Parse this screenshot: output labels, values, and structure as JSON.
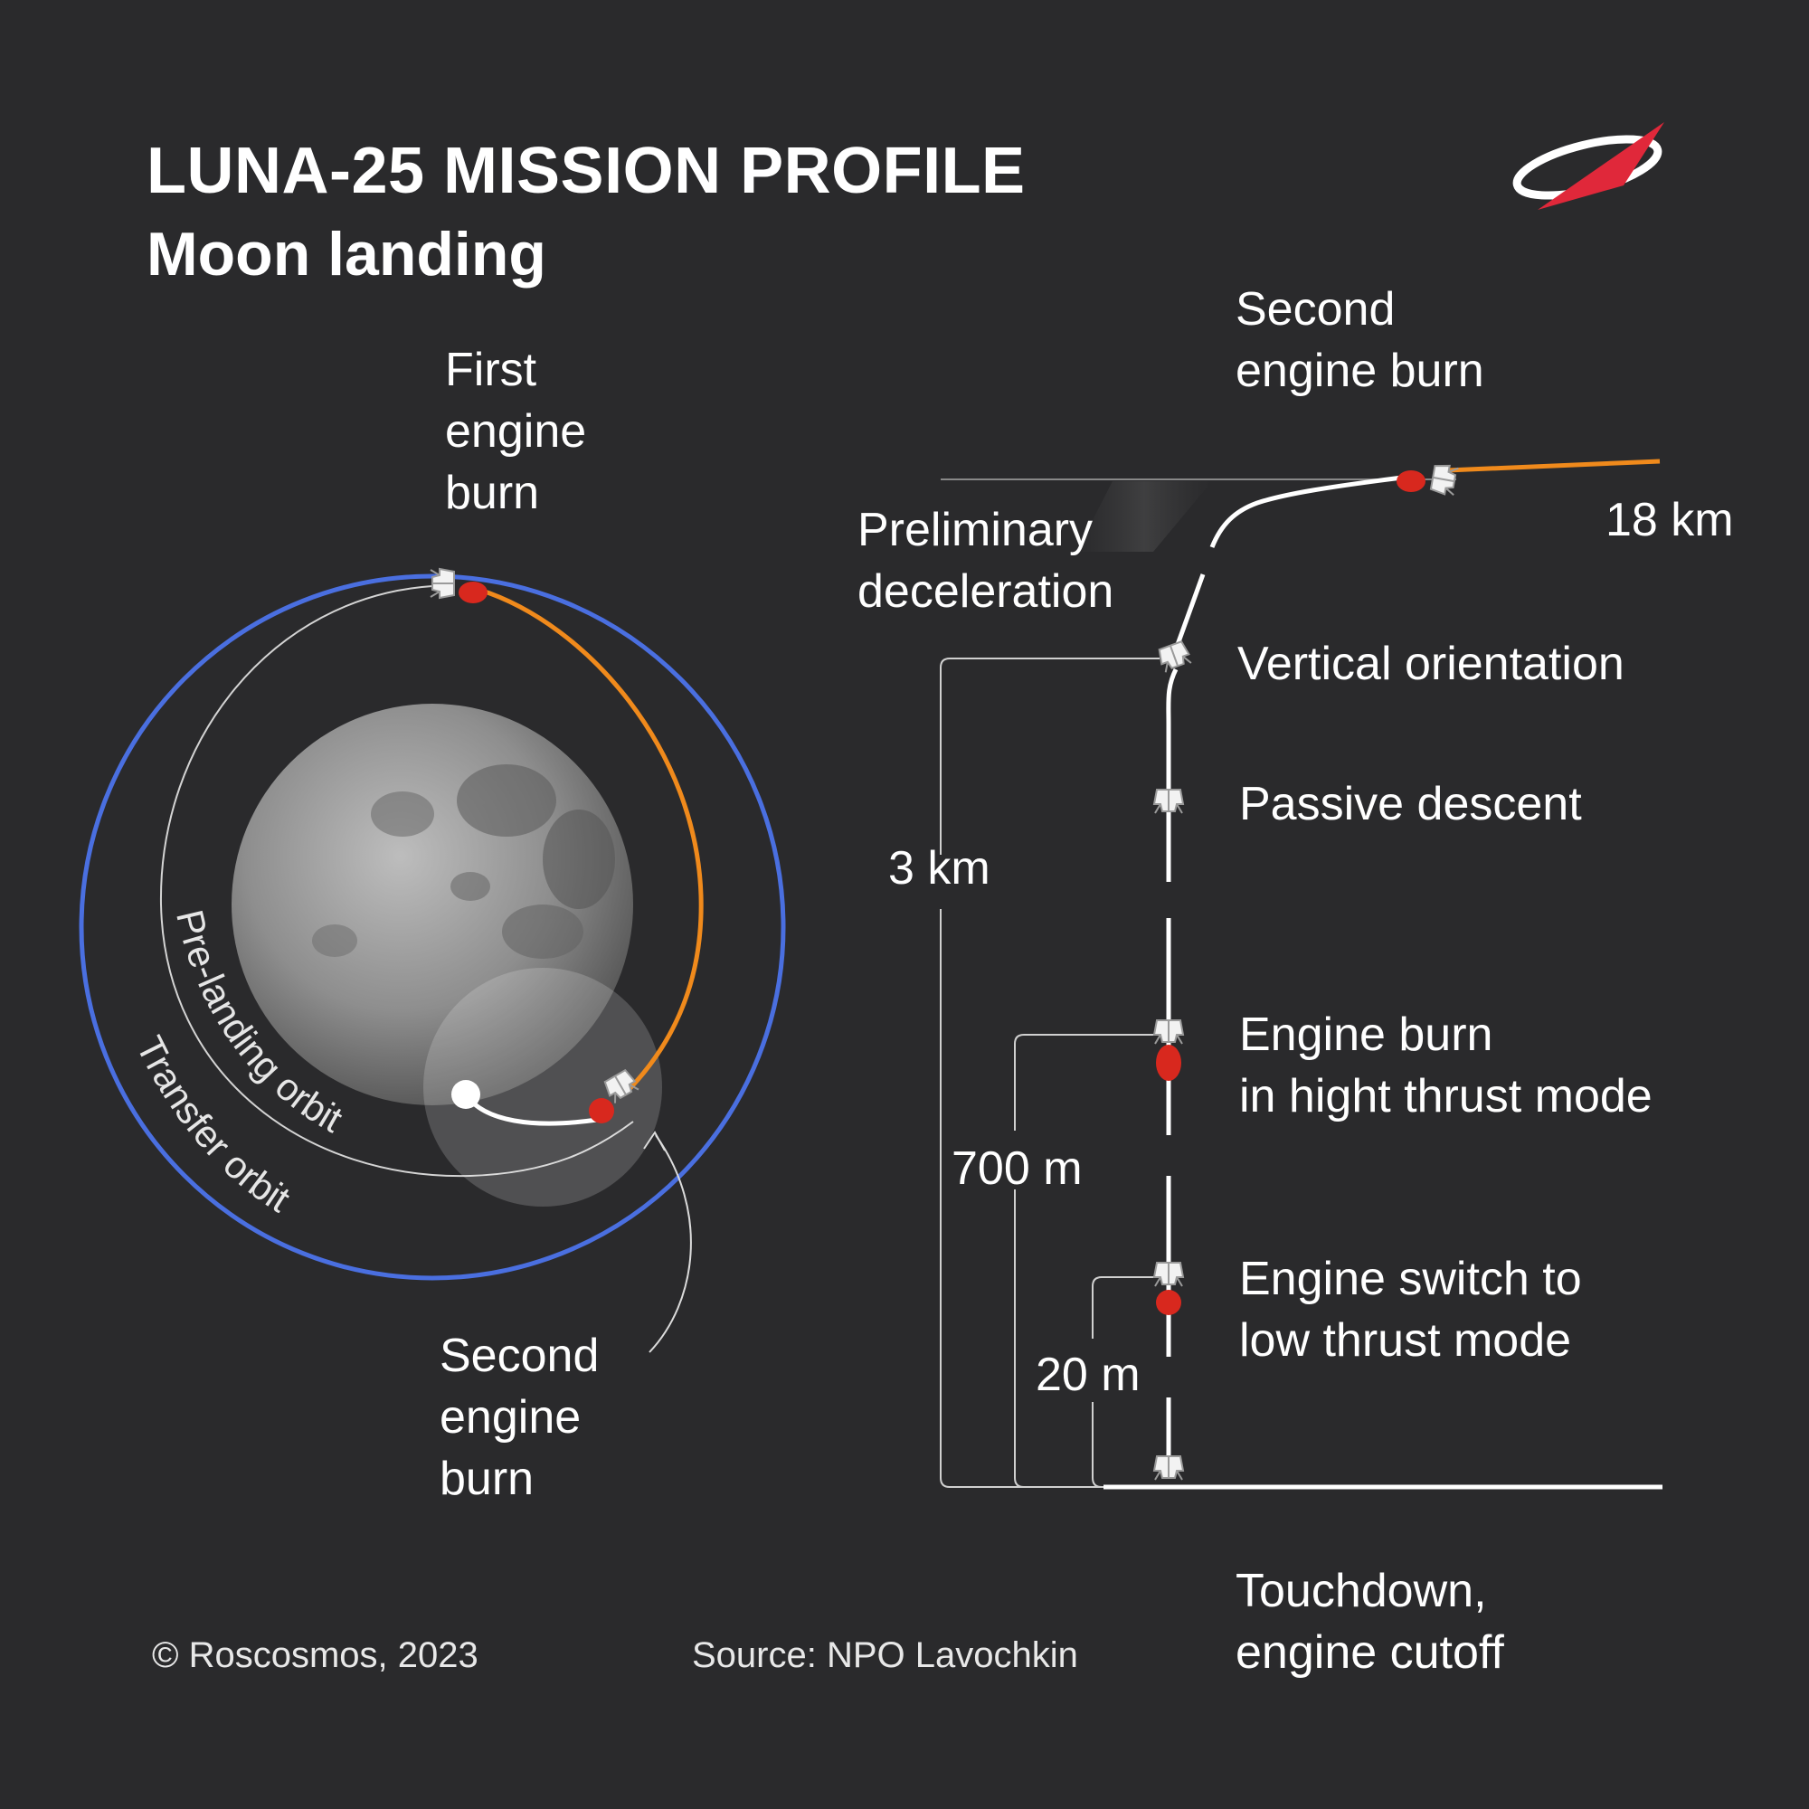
{
  "header": {
    "title": "LUNA-25 MISSION PROFILE",
    "subtitle": "Moon landing"
  },
  "colors": {
    "background": "#2a2a2c",
    "transfer_orbit": "#4a6fe0",
    "burn_trajectory": "#f08a1c",
    "engine_flame": "#d8281e",
    "logo_accent": "#e0283a"
  },
  "logo": {
    "icon": "roscosmos-logo"
  },
  "orbit_panel": {
    "first_burn_label": [
      "First",
      "engine",
      "burn"
    ],
    "second_burn_label": [
      "Second",
      "engine",
      "burn"
    ],
    "pre_landing_orbit_label": "Pre-landing orbit",
    "transfer_orbit_label": "Transfer orbit"
  },
  "descent_panel": {
    "second_burn_label": [
      "Second",
      "engine burn"
    ],
    "preliminary_decel_label": [
      "Preliminary",
      "deceleration"
    ],
    "vertical_orientation_label": "Vertical orientation",
    "passive_descent_label": "Passive descent",
    "high_thrust_label": [
      "Engine burn",
      "in hight thrust mode"
    ],
    "low_thrust_label": [
      "Engine switch to",
      "low thrust mode"
    ],
    "touchdown_label": [
      "Touchdown,",
      "engine cutoff"
    ],
    "altitude_18": "18 km",
    "altitude_3": "3 km",
    "altitude_700": "700 m",
    "altitude_20": "20 m"
  },
  "footer": {
    "copyright": "© Roscosmos, 2023",
    "source": "Source: NPO Lavochkin"
  }
}
